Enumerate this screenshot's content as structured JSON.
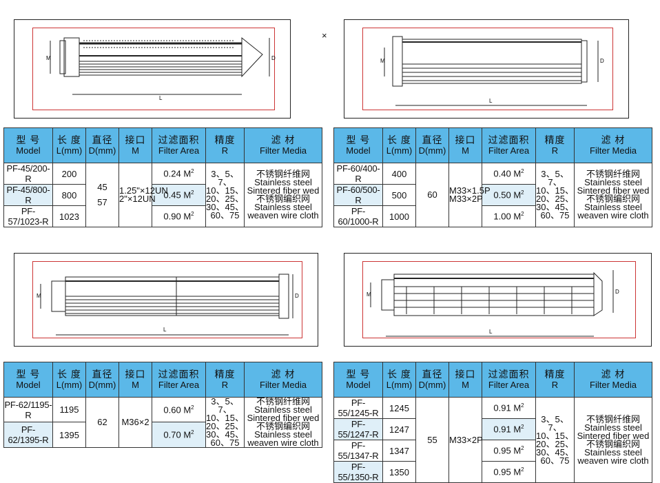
{
  "headers": {
    "model_cn": "型 号",
    "model_en": "Model",
    "length_cn": "长 度",
    "length_en": "L(mm)",
    "diameter_cn": "直径",
    "diameter_en": "D(mm)",
    "port_cn": "接口",
    "port_en": "M",
    "area_cn": "过滤面积",
    "area_en": "Filter Area",
    "prec_cn": "精度",
    "prec_en": "R",
    "media_cn": "滤 材",
    "media_en": "Filter Media"
  },
  "cross_mark": "×",
  "dim_labels": {
    "m": "M",
    "d": "D",
    "l": "L"
  },
  "area_unit": "M",
  "area_exp": "2",
  "tables": [
    {
      "rows": [
        {
          "model": "PF-45/200-R",
          "length": "200",
          "area": "0.24"
        },
        {
          "model": "PF-45/800-R",
          "length": "800",
          "area": "0.45"
        },
        {
          "model": "PF-57/1023-R",
          "length": "1023",
          "area": "0.90"
        }
      ],
      "diameter_lines": [
        "45",
        "57"
      ],
      "port_lines": [
        "1.25\"×12UN",
        "2\"×12UN"
      ],
      "precision_lines": [
        "3、5、7、",
        "10、15、",
        "20、25、",
        "30、45、",
        "60、75"
      ],
      "media_lines": [
        "不锈钢纤维网",
        "Stainless steel",
        "Sintered fiber wed",
        "不锈钢编织网",
        "Stainless steel",
        "weaven wire cloth"
      ]
    },
    {
      "rows": [
        {
          "model": "PF-60/400-R",
          "length": "400",
          "area": "0.40"
        },
        {
          "model": "PF-60/500-R",
          "length": "500",
          "area": "0.50"
        },
        {
          "model": "PF-60/1000-R",
          "length": "1000",
          "area": "1.00"
        }
      ],
      "diameter_lines": [
        "60"
      ],
      "port_lines": [
        "M33×1.5P",
        "M33×2P"
      ],
      "precision_lines": [
        "3、5、7、",
        "10、15、",
        "20、25、",
        "30、45、",
        "60、75"
      ],
      "media_lines": [
        "不锈钢纤维网",
        "Stainless steel",
        "Sintered fiber wed",
        "不锈钢编织网",
        "Stainless steel",
        "weaven wire cloth"
      ]
    },
    {
      "rows": [
        {
          "model": "PF-62/1195-R",
          "length": "1195",
          "area": "0.60"
        },
        {
          "model": "PF-62/1395-R",
          "length": "1395",
          "area": "0.70"
        }
      ],
      "diameter_lines": [
        "62"
      ],
      "port_lines": [
        "M36×2"
      ],
      "precision_lines": [
        "3、5、7、",
        "10、15、",
        "20、25、",
        "30、45、",
        "60、75"
      ],
      "media_lines": [
        "不锈钢纤维网",
        "Stainless steel",
        "Sintered fiber wed",
        "不锈钢编织网",
        "Stainless steel",
        "weaven wire cloth"
      ]
    },
    {
      "rows": [
        {
          "model": "PF-55/1245-R",
          "length": "1245",
          "area": "0.91"
        },
        {
          "model": "PF-55/1247-R",
          "length": "1247",
          "area": "0.91"
        },
        {
          "model": "PF-55/1347-R",
          "length": "1347",
          "area": "0.95"
        },
        {
          "model": "PF-55/1350-R",
          "length": "1350",
          "area": "0.95"
        }
      ],
      "diameter_lines": [
        "55"
      ],
      "port_lines": [
        "M33×2P"
      ],
      "precision_lines": [
        "3、5、7、",
        "10、15、",
        "20、25、",
        "30、45、",
        "60、75"
      ],
      "media_lines": [
        "不锈钢纤维网",
        "Stainless steel",
        "Sintered fiber wed",
        "不锈钢编织网",
        "Stainless steel",
        "weaven wire cloth"
      ]
    }
  ]
}
